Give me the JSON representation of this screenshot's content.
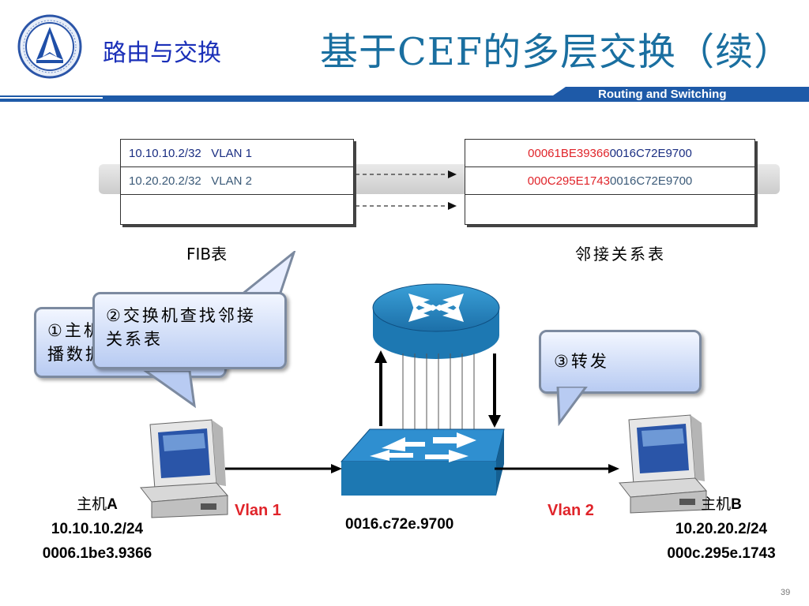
{
  "header": {
    "section_title": "路由与交换",
    "slide_title": "基于CEF的多层交换（续）",
    "subtitle": "Routing and Switching"
  },
  "fib_table": {
    "label": "FIB表",
    "rows": [
      {
        "prefix": "10.10.10.2/32",
        "vlan": "VLAN 1"
      },
      {
        "prefix": "10.20.20.2/32",
        "vlan": "VLAN 2"
      },
      {
        "prefix": "",
        "vlan": ""
      }
    ]
  },
  "adjacency_table": {
    "label": "邻接关系表",
    "rows": [
      {
        "dst_mac": "00061BE39366",
        "src_mac": "0016C72E9700"
      },
      {
        "dst_mac": "000C295E1743",
        "src_mac": "0016C72E9700"
      },
      {
        "dst_mac": "",
        "src_mac": ""
      }
    ]
  },
  "callouts": {
    "step1": "①主机A发送广播数据帧",
    "step1_visible": "①主机",
    "step1_visible2": "播数据",
    "step2_line1": "②交换机查找邻接",
    "step2_line2": "关系表",
    "step3": "③转发"
  },
  "host_a": {
    "name": "主机",
    "name_suffix": "A",
    "ip": "10.10.10.2/24",
    "mac": "0006.1be3.9366"
  },
  "host_b": {
    "name": "主机",
    "name_suffix": "B",
    "ip": "10.20.20.2/24",
    "mac": "000c.295e.1743"
  },
  "links": {
    "vlan_a": "Vlan 1",
    "vlan_b": "Vlan 2"
  },
  "switch": {
    "mac": "0016.c72e.9700"
  },
  "page_number": "39",
  "colors": {
    "accent_blue": "#1a6fa0",
    "highlight_red": "#e0242a",
    "navy": "#1a2e82",
    "bar_blue": "#1e5aa8"
  },
  "icons": [
    "university-logo-icon",
    "router-icon",
    "switch-icon",
    "computer-icon"
  ]
}
